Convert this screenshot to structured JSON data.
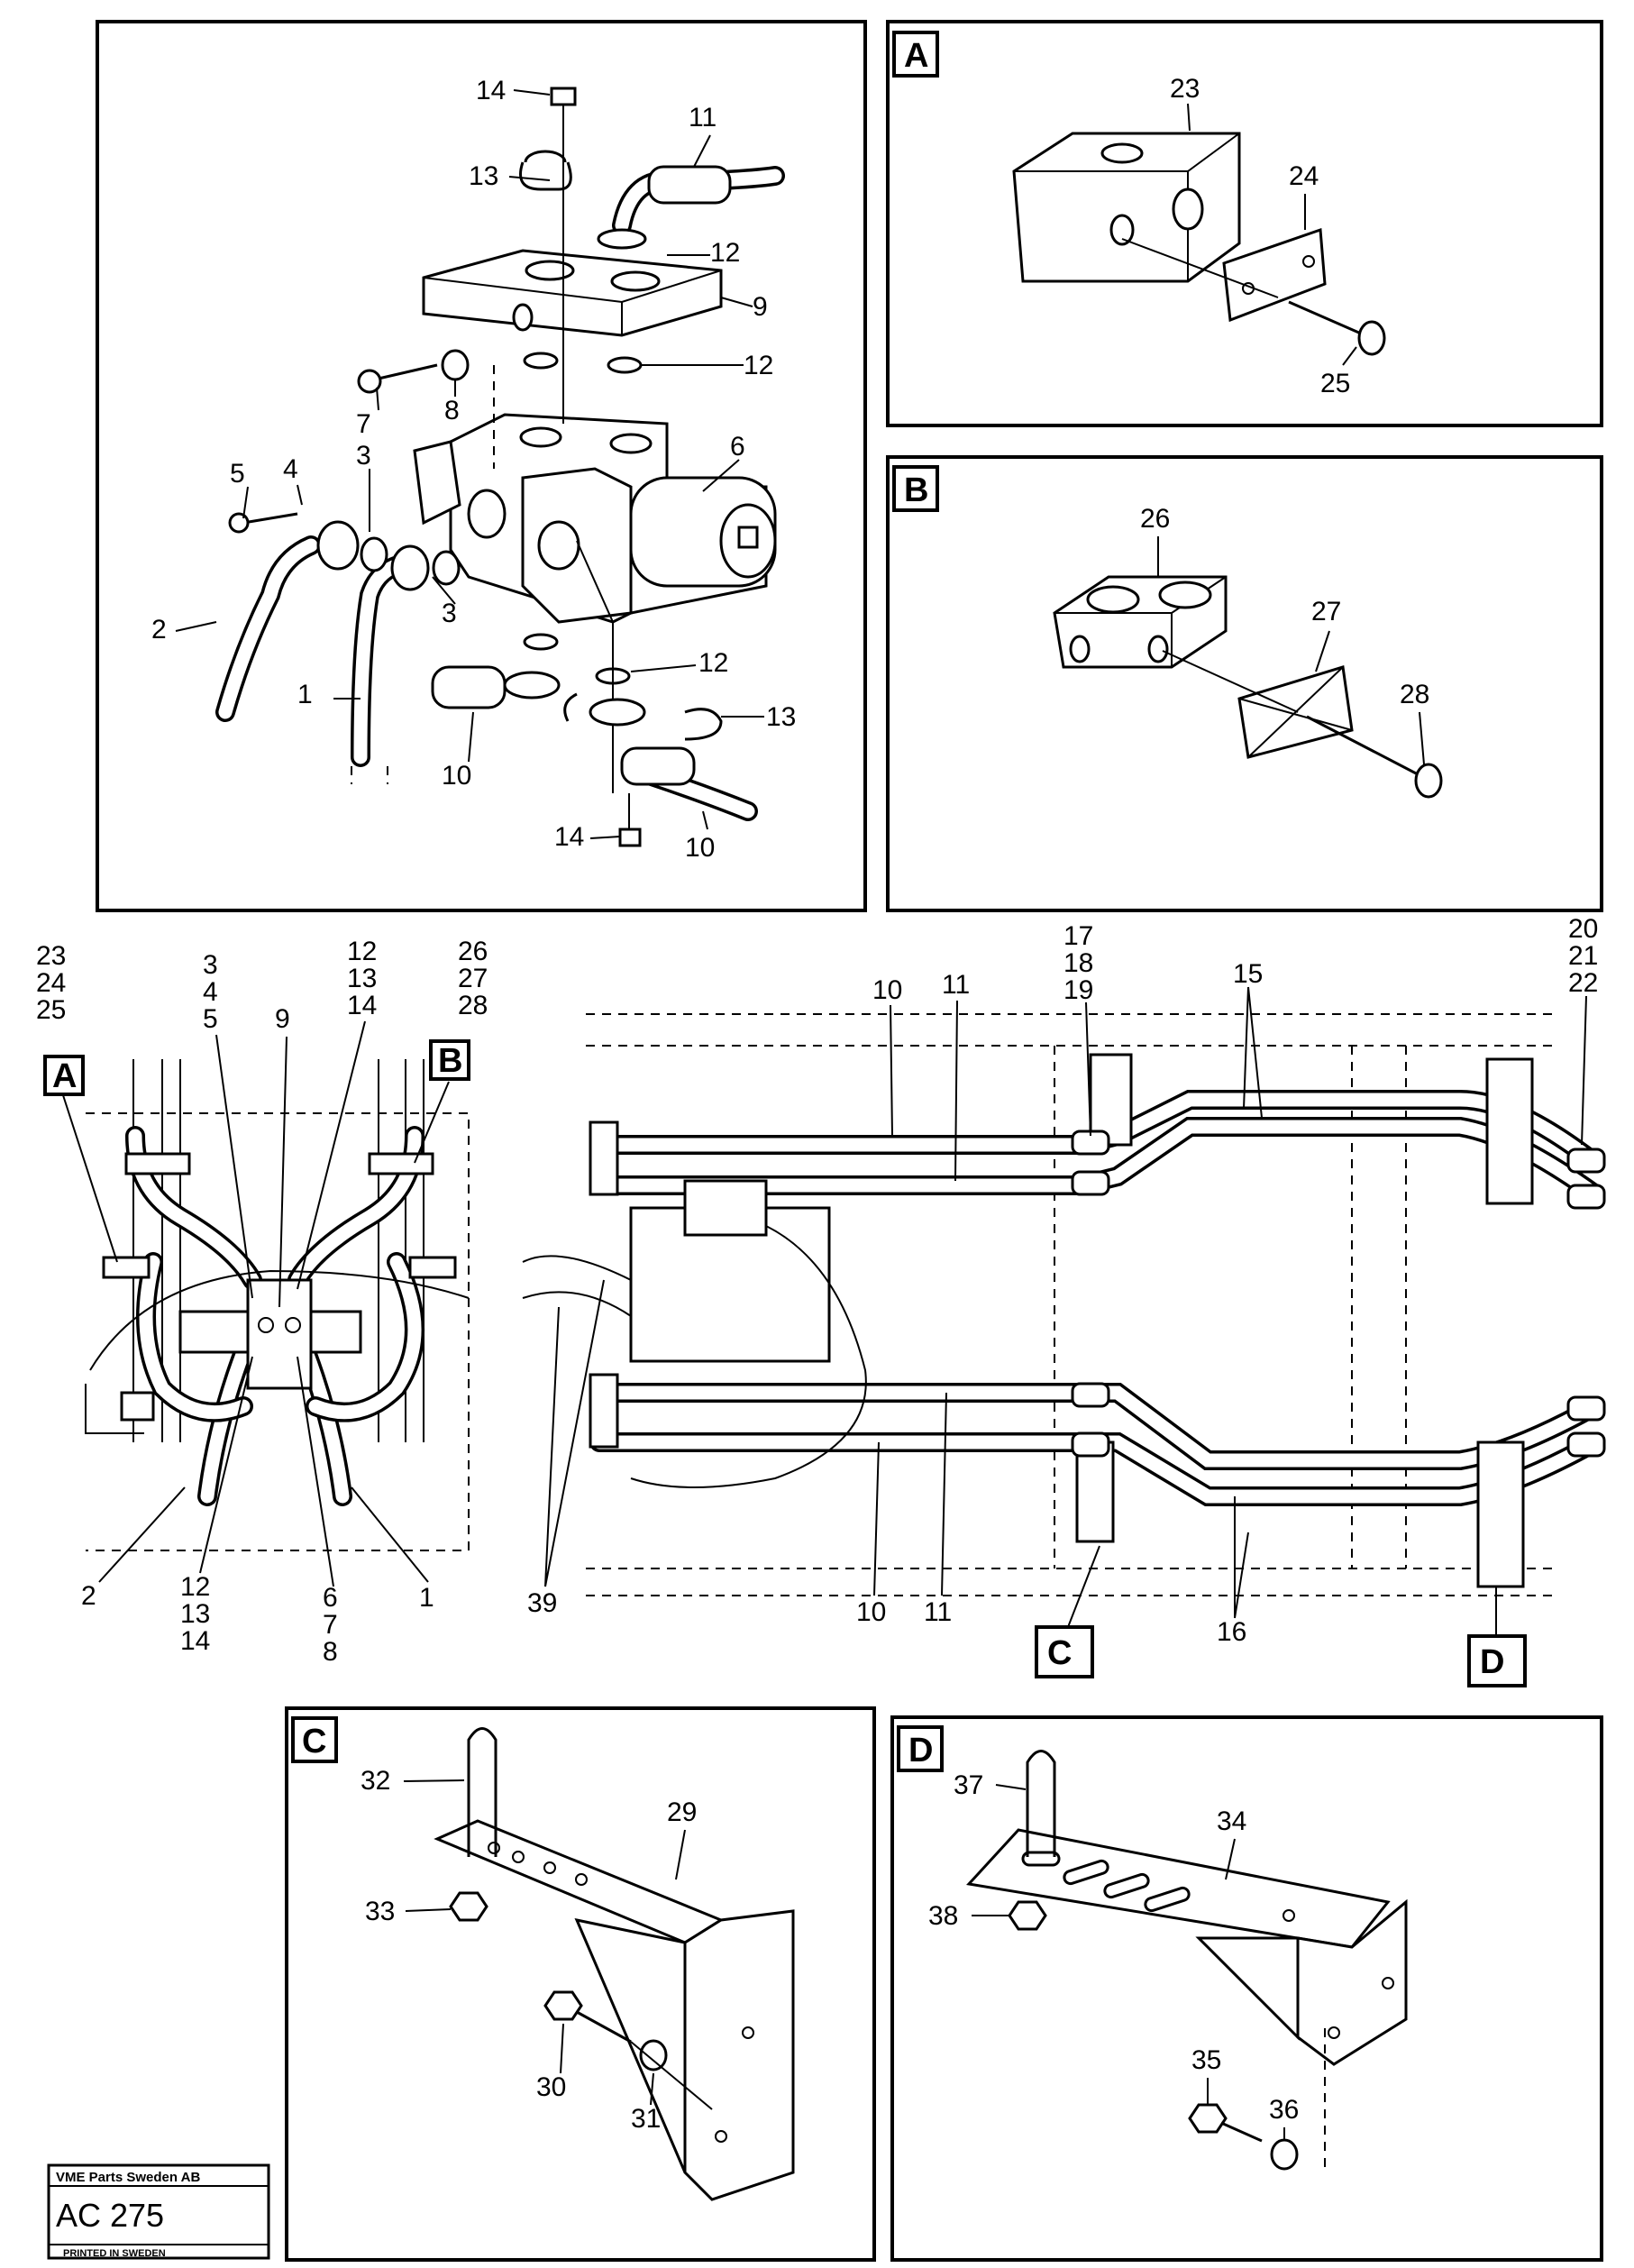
{
  "panels": {
    "main": {
      "labels": [
        "14",
        "13",
        "11",
        "12",
        "9",
        "12",
        "7",
        "8",
        "5",
        "4",
        "3",
        "6",
        "3",
        "2",
        "1",
        "12",
        "13",
        "10",
        "10",
        "14"
      ]
    },
    "A": {
      "letter": "A",
      "labels": [
        "23",
        "24",
        "25"
      ]
    },
    "B": {
      "letter": "B",
      "labels": [
        "26",
        "27",
        "28"
      ]
    },
    "overview_left": {
      "labels": [
        "23",
        "24",
        "25",
        "A",
        "3",
        "4",
        "5",
        "9",
        "12",
        "13",
        "14",
        "26",
        "27",
        "28",
        "B",
        "2",
        "12",
        "13",
        "14",
        "6",
        "7",
        "8",
        "1"
      ]
    },
    "overview_right": {
      "labels": [
        "10",
        "11",
        "17",
        "18",
        "19",
        "15",
        "20",
        "21",
        "22",
        "39",
        "10",
        "11",
        "C",
        "16",
        "D"
      ]
    },
    "C": {
      "letter": "C",
      "labels": [
        "32",
        "29",
        "33",
        "30",
        "31"
      ]
    },
    "D": {
      "letter": "D",
      "labels": [
        "37",
        "34",
        "38",
        "35",
        "36"
      ]
    }
  },
  "stamp": {
    "company": "VME Parts Sweden AB",
    "code": "AC 275",
    "origin": "PRINTED IN SWEDEN"
  }
}
